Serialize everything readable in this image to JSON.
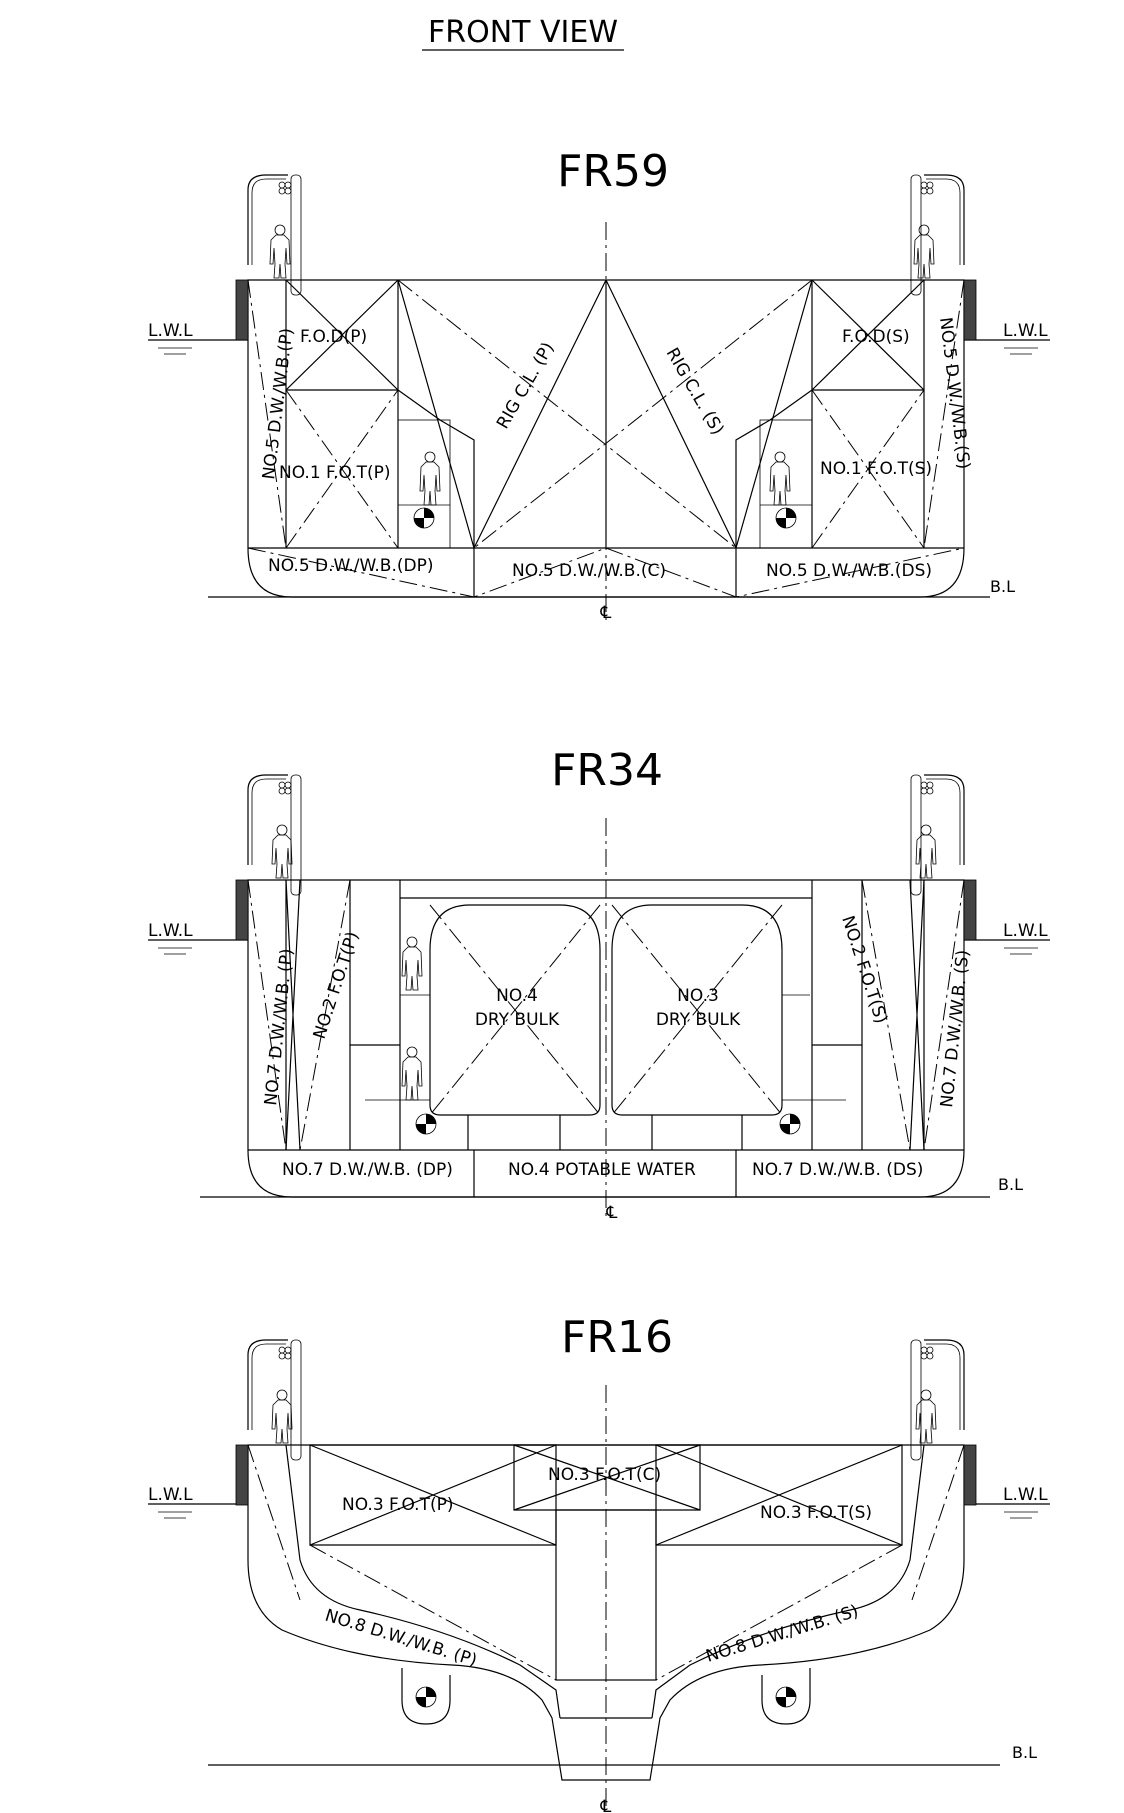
{
  "title": "FRONT VIEW",
  "common": {
    "lwl": "L.W.L",
    "bl": "B.L",
    "cl": "℄"
  },
  "sections": [
    {
      "name": "FR59",
      "labels": {
        "fod_p": "F.O.D(P)",
        "fod_s": "F.O.D(S)",
        "no5_dw_p": "NO.5 D.W./W.B.(P)",
        "no5_dw_s": "NO.5 D.W./W.B.(S)",
        "no1_fot_p": "NO.1 F.O.T(P)",
        "no1_fot_s": "NO.1 F.O.T(S)",
        "rig_p": "RIG C.L. (P)",
        "rig_s": "RIG C.L. (S)",
        "no5_dp": "NO.5 D.W./W.B.(DP)",
        "no5_c": "NO.5 D.W./W.B.(C)",
        "no5_ds": "NO.5 D.W./W.B.(DS)"
      }
    },
    {
      "name": "FR34",
      "labels": {
        "no7_dw_p": "NO.7 D.W./W.B. (P)",
        "no7_dw_s": "NO.7 D.W./W.B. (S)",
        "no2_fot_p": "NO.2 F.O.T(P)",
        "no2_fot_s": "NO.2 F.O.T(S)",
        "no4_bulk_1": "NO.4",
        "no4_bulk_2": "DRY BULK",
        "no3_bulk_1": "NO.3",
        "no3_bulk_2": "DRY BULK",
        "no7_dp": "NO.7 D.W./W.B. (DP)",
        "no4_pw": "NO.4 POTABLE WATER",
        "no7_ds": "NO.7 D.W./W.B. (DS)"
      }
    },
    {
      "name": "FR16",
      "labels": {
        "no3_fot_p": "NO.3 F.O.T(P)",
        "no3_fot_c": "NO.3 F.O.T(C)",
        "no3_fot_s": "NO.3 F.O.T(S)",
        "no8_dw_p": "NO.8 D.W./W.B. (P)",
        "no8_dw_s": "NO.8 D.W./W.B. (S)"
      }
    }
  ]
}
